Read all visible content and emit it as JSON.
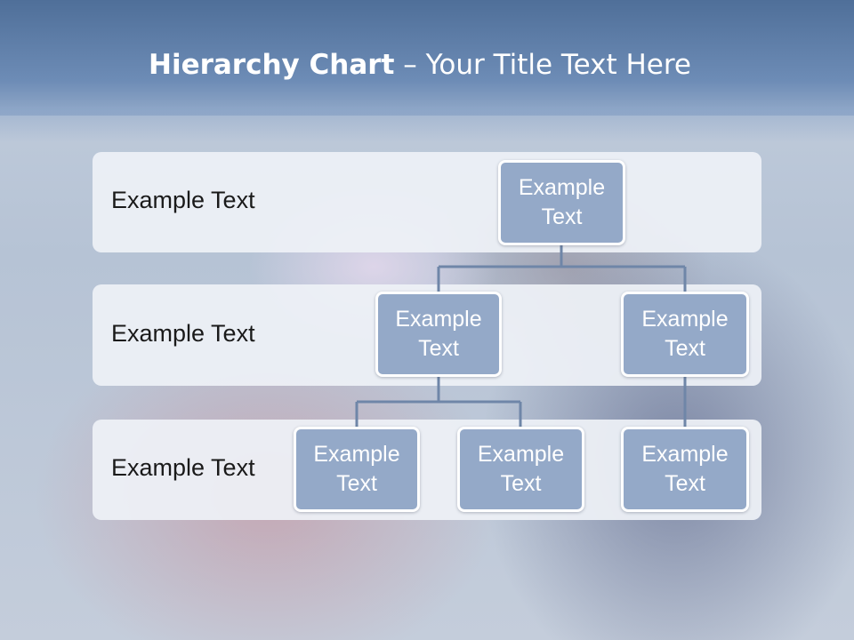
{
  "title": {
    "bold": "Hierarchy Chart",
    "rest": " – Your Title Text Here"
  },
  "levels": [
    {
      "label": "Example Text"
    },
    {
      "label": "Example Text"
    },
    {
      "label": "Example Text"
    }
  ],
  "nodes": {
    "root": "Example Text",
    "level2_left": "Example Text",
    "level2_right": "Example Text",
    "level3_left": "Example Text",
    "level3_middle": "Example Text",
    "level3_right": "Example Text"
  },
  "colors": {
    "title_band": "#5f7ea8",
    "node_fill": "#94a9c8",
    "connector": "#6f86a8",
    "band_fill": "#eef1f6"
  }
}
